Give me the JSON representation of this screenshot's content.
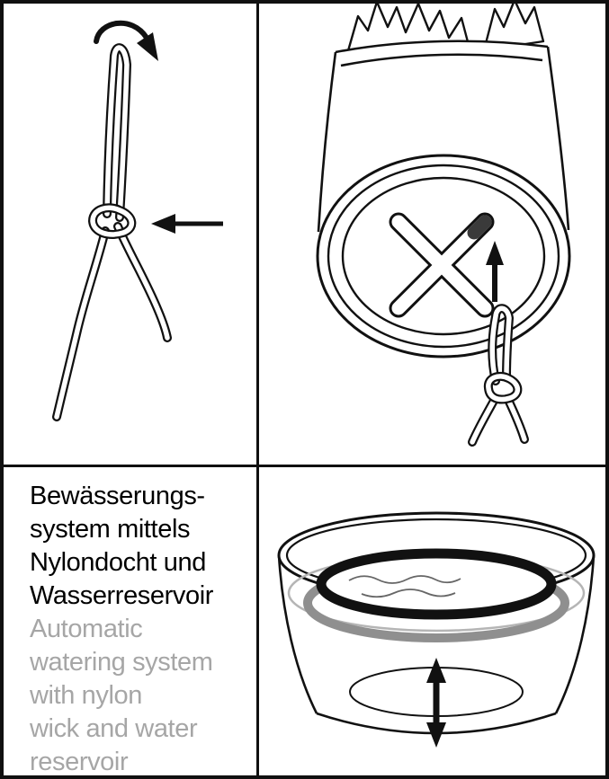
{
  "caption": {
    "german_lines": [
      "Bewässerungs-",
      "system mittels",
      "Nylondocht und",
      "Wasserreservoir"
    ],
    "english_lines": [
      "Automatic",
      "watering system",
      "with nylon",
      "wick and water",
      "reservoir"
    ]
  },
  "icons": {
    "fold_arrow": "curved-clockwise-fold-arrow",
    "knot_arrow": "left-pointing-arrow",
    "pull_up_arrow": "up-arrow",
    "water_level_arrow": "double-headed-vertical-arrow"
  },
  "colors": {
    "outline": "#111111",
    "caption_primary": "#000000",
    "caption_secondary": "#a6a6a6",
    "underwater_gray": "#8f8f8f",
    "wick_tip_dark": "#3a3a3a",
    "background": "#ffffff"
  }
}
